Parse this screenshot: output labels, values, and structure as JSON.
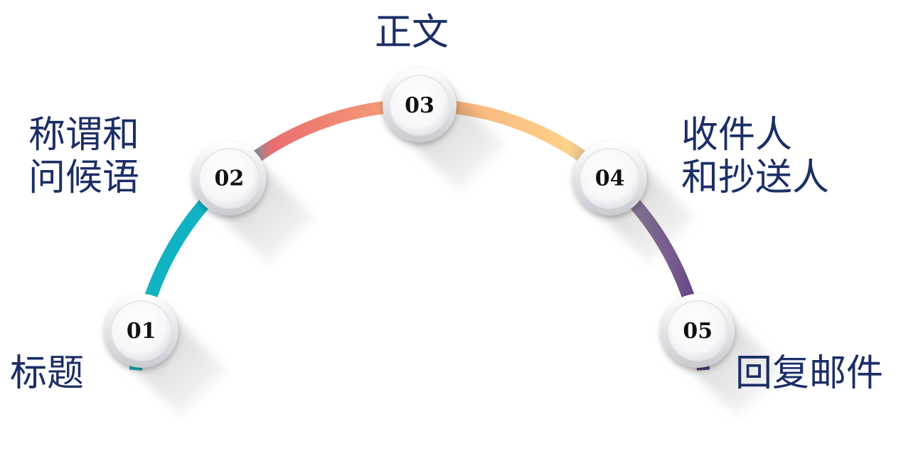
{
  "steps": [
    {
      "number": "01",
      "lines": [
        "标题"
      ],
      "color": "#11b3c2"
    },
    {
      "number": "02",
      "lines": [
        "称谓和",
        "问候语"
      ],
      "color": "#ea6e70"
    },
    {
      "number": "03",
      "lines": [
        "正文"
      ],
      "color": "#f7a878"
    },
    {
      "number": "04",
      "lines": [
        "收件人",
        "和抄送人"
      ],
      "color": "#fdd28a"
    },
    {
      "number": "05",
      "lines": [
        "回复邮件"
      ],
      "color": "#5e3b80"
    }
  ],
  "colors": {
    "text": "#1b2e66",
    "number": "#111111",
    "arc_teal": "#11b3c2",
    "arc_red": "#ea6e70",
    "arc_peach": "#f7a878",
    "arc_yellow": "#fdd28a",
    "arc_gray": "#9b8aa5",
    "arc_purple": "#5e3b80"
  }
}
